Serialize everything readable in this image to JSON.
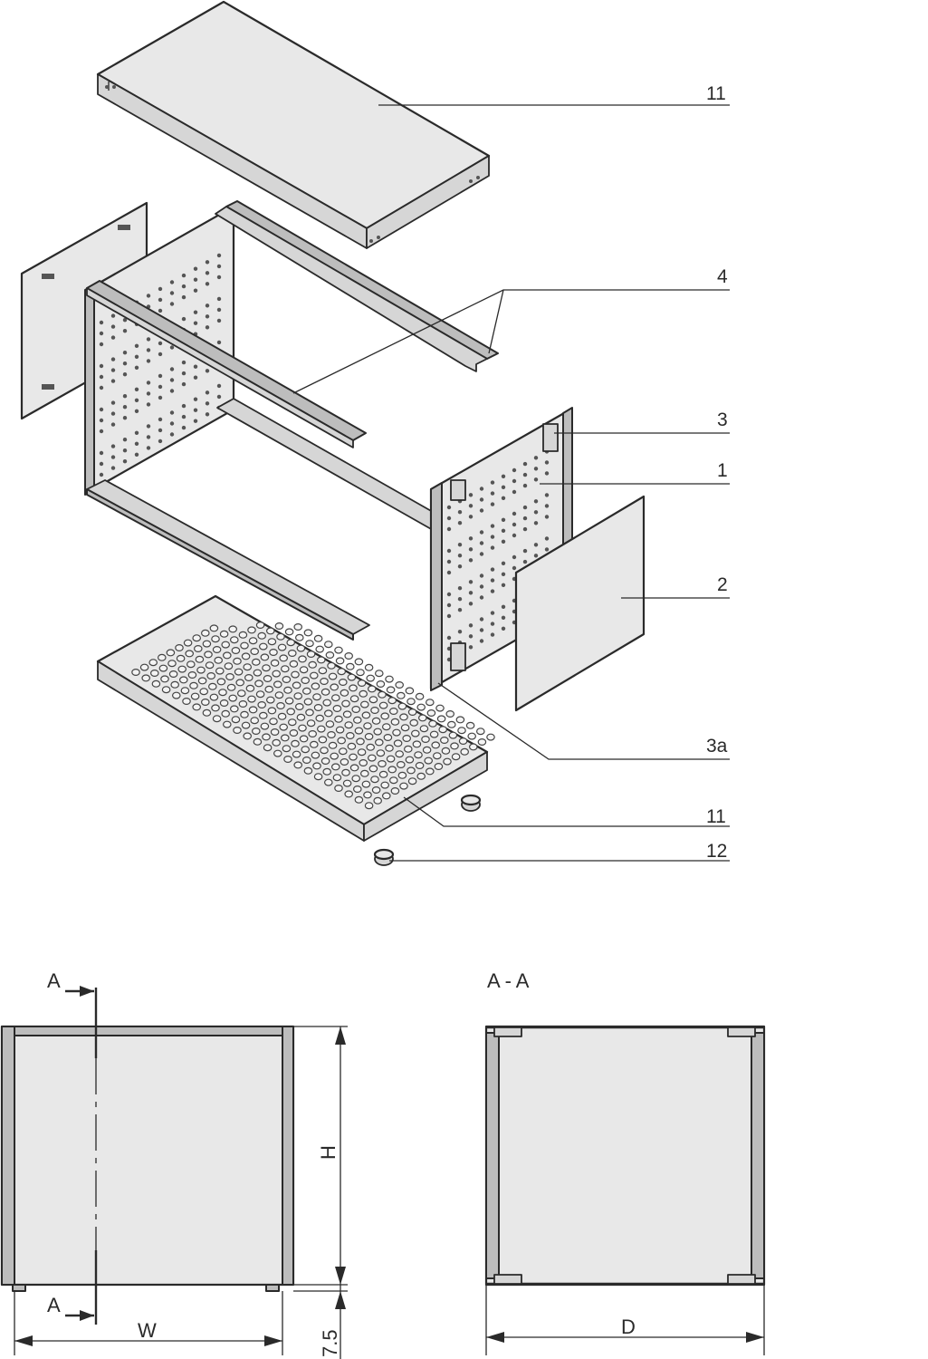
{
  "callouts": [
    {
      "id": "11",
      "label": "11"
    },
    {
      "id": "4",
      "label": "4"
    },
    {
      "id": "3",
      "label": "3"
    },
    {
      "id": "1",
      "label": "1"
    },
    {
      "id": "2",
      "label": "2"
    },
    {
      "id": "3a",
      "label": "3a"
    },
    {
      "id": "11b",
      "label": "11"
    },
    {
      "id": "12",
      "label": "12"
    }
  ],
  "front_view": {
    "section_marker": "A",
    "width_label": "W",
    "height_label": "H",
    "offset_label": "7.5"
  },
  "section_view": {
    "title": "A - A",
    "depth_label": "D"
  },
  "colors": {
    "line": "#2a2a2a",
    "panel": "#e8e8e8",
    "rail": "#bdbdbd"
  }
}
